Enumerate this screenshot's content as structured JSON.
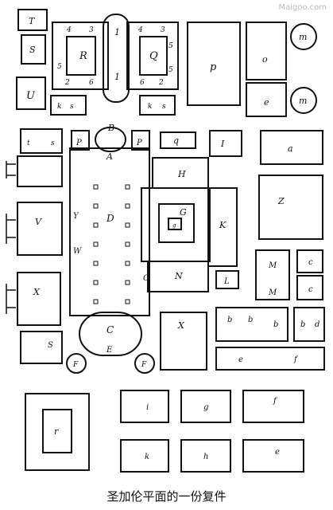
{
  "caption": "圣加伦平面的一份复件",
  "watermark": "Maigoo.com",
  "labels": {
    "T": "T",
    "S_top": "S",
    "U": "U",
    "n4a": "4",
    "n3a": "3",
    "n4b": "4",
    "n3b": "3",
    "R": "R",
    "Q": "Q",
    "n5a": "5",
    "n5b": "5",
    "n5c": "5",
    "n1a": "1",
    "n1b": "1",
    "n2a": "2",
    "n6a": "6",
    "n6b": "6",
    "n2b": "2",
    "k_a": "k",
    "s_a": "s",
    "k_b": "k",
    "s_b": "s",
    "p": "p",
    "o": "o",
    "e_top": "e",
    "m1": "m",
    "m2": "m",
    "B": "B",
    "P1": "P",
    "A": "A",
    "P2": "P",
    "q": "q",
    "I": "I",
    "a": "a",
    "t": "t",
    "s_c": "s",
    "H": "H",
    "Y": "Y",
    "D": "D",
    "G": "G",
    "g": "g",
    "Z": "Z",
    "V": "V",
    "W": "W",
    "K": "K",
    "M1": "M",
    "M2": "M",
    "c1": "c",
    "c2": "c",
    "O": "O",
    "N": "N",
    "L": "L",
    "X1": "X",
    "C": "C",
    "X2": "X",
    "b1": "b",
    "b2": "b",
    "b3": "b",
    "b4": "b",
    "d": "d",
    "S_low": "S",
    "E": "E",
    "F1": "F",
    "F2": "F",
    "e_mid1": "e",
    "e_mid2": "f",
    "i": "i",
    "g_low": "g",
    "f": "f",
    "r": "r",
    "k_low": "k",
    "h": "h",
    "e_low": "e"
  },
  "icons": [
    "horse-stall-fence-icon",
    "tree-icon"
  ]
}
